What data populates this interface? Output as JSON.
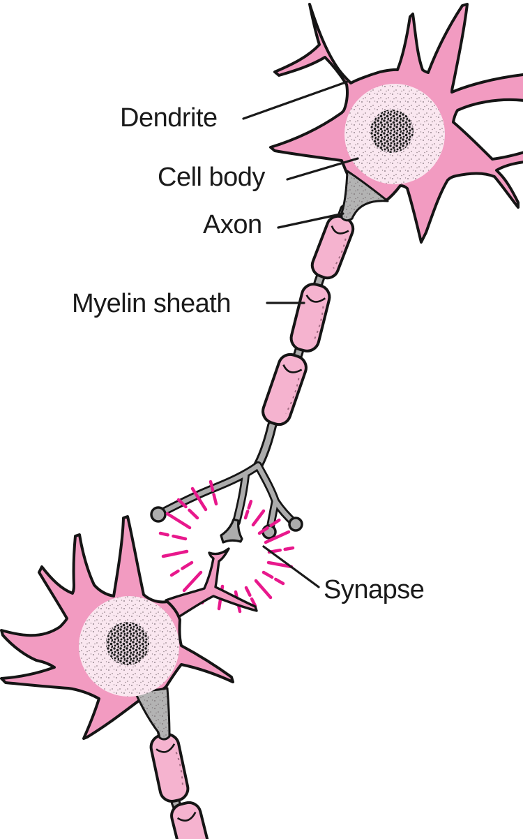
{
  "diagram": {
    "subject": "neuron anatomy with synapse",
    "labels": {
      "dendrite": "Dendrite",
      "cell_body": "Cell body",
      "axon": "Axon",
      "myelin_sheath": "Myelin sheath",
      "synapse": "Synapse"
    },
    "colors": {
      "membrane_pink": "#F29BC1",
      "myelin_pink": "#F5B3CF",
      "soma_light_pink": "#FAE7F0",
      "axon_gray": "#ACACAC",
      "outline_black": "#151515",
      "spark_magenta": "#E8188C",
      "label_text": "#1A1A1A",
      "background": "#FFFFFF"
    }
  }
}
